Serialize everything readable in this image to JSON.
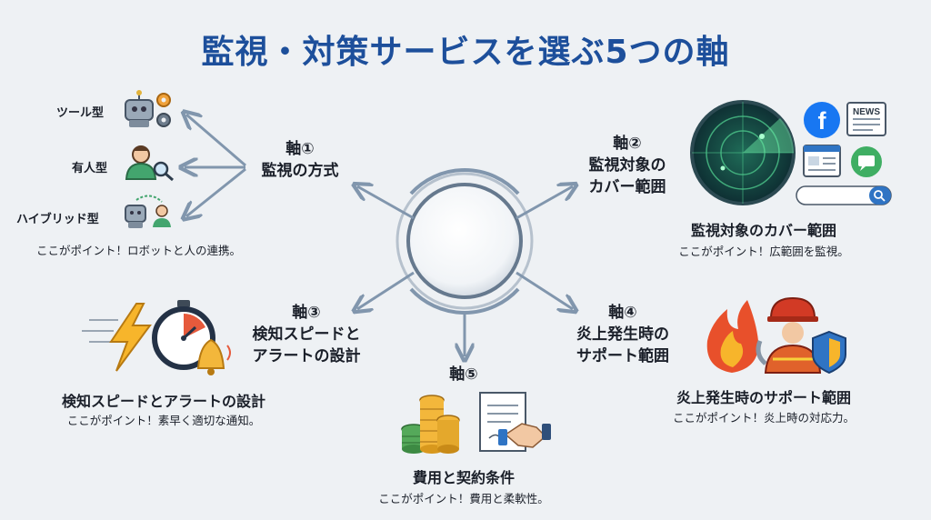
{
  "title": "監視・対策サービスを選ぶ5つの軸",
  "axis1": {
    "number": "軸①",
    "label": "監視の方式",
    "types": [
      "ツール型",
      "有人型",
      "ハイブリッド型"
    ],
    "point": "ここがポイント！ロボットと人の連携。"
  },
  "axis2": {
    "number": "軸②",
    "label_line1": "監視対象の",
    "label_line2": "カバー範囲",
    "heading": "監視対象のカバー範囲",
    "point": "ここがポイント！広範囲を監視。",
    "news_label": "NEWS"
  },
  "axis3": {
    "number": "軸③",
    "label_line1": "検知スピードと",
    "label_line2": "アラートの設計",
    "heading": "検知スピードとアラートの設計",
    "point": "ここがポイント！素早く適切な通知。"
  },
  "axis4": {
    "number": "軸④",
    "label_line1": "炎上発生時の",
    "label_line2": "サポート範囲",
    "heading": "炎上発生時のサポート範囲",
    "point": "ここがポイント！炎上時の対応力。"
  },
  "axis5": {
    "number": "軸⑤",
    "heading": "費用と契約条件",
    "point": "ここがポイント！費用と柔軟性。"
  },
  "colors": {
    "title": "#1d4f9b",
    "arrow": "#8196ad",
    "background": "#eef1f4"
  }
}
